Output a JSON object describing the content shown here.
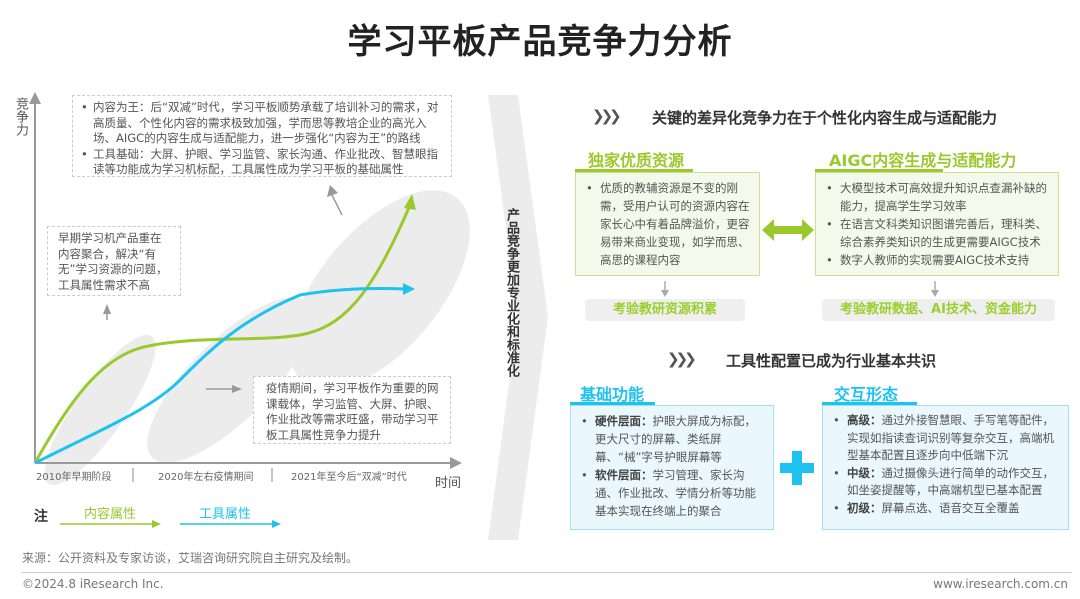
{
  "title": "学习平板产品竞争力分析",
  "chart": {
    "ylabel": "竞争力",
    "xlabel": "时间",
    "periods": [
      "2010年早期阶段",
      "2020年左右疫情期间",
      "2021年至今后“双减”时代"
    ],
    "note1": [
      "内容为王：后“双减”时代，学习平板顺势承载了培训补习的需求，对高质量、个性化内容的需求极致加强，学而思等教培企业的高光入场、AIGC的内容生成与适配能力，进一步强化“内容为王”的路线",
      "工具基础：大屏、护眼、学习监管、家长沟通、作业批改、智慧眼指读等功能成为学习机标配，工具属性成为学习平板的基础属性"
    ],
    "note2": "早期学习机产品重在内容聚合，解决“有无”学习资源的问题，工具属性需求不高",
    "note3": "疫情期间，学习平板作为重要的网课载体，学习监管、大屏、护眼、作业批改等需求旺盛，带动学习平板工具属性竞争力提升",
    "legend_title": "注",
    "legend": [
      {
        "label": "内容属性",
        "color": "#9ac92d"
      },
      {
        "label": "工具属性",
        "color": "#1ec2ee"
      }
    ]
  },
  "middle": "产品竞争更加专业化和标准化",
  "section1": {
    "header": "关键的差异化竞争力在于个性化内容生成与适配能力",
    "left": {
      "title": "独家优质资源",
      "items": [
        "优质的教辅资源是不变的刚需，受用户认可的资源内容在家长心中有着品牌溢价，更容易带来商业变现，如学而思、高思的课程内容"
      ],
      "footer": "考验教研资源积累"
    },
    "right": {
      "title": "AIGC内容生成与适配能力",
      "items": [
        "大模型技术可高效提升知识点查漏补缺的能力，提高学生学习效率",
        "在语言文科类知识图谱完善后，理科类、综合素养类知识的生成更需要AIGC技术",
        "数字人教师的实现需要AIGC技术支持"
      ],
      "footer": "考验教研数据、AI技术、资金能力"
    }
  },
  "section2": {
    "header": "工具性配置已成为行业基本共识",
    "left": {
      "title": "基础功能",
      "items": [
        {
          "b": "硬件层面：",
          "t": "护眼大屏成为标配，更大尺寸的屏幕、类纸屏幕、“械”字号护眼屏幕等"
        },
        {
          "b": "软件层面：",
          "t": "学习管理、家长沟通、作业批改、学情分析等功能基本实现在终端上的聚合"
        }
      ]
    },
    "right": {
      "title": "交互形态",
      "items": [
        {
          "b": "高级：",
          "t": "通过外接智慧眼、手写笔等配件，实现如指读查词识别等复杂交互，高端机型基本配置且逐步向中低端下沉"
        },
        {
          "b": "中级：",
          "t": "通过摄像头进行简单的动作交互，如坐姿提醒等，中高端机型已基本配置"
        },
        {
          "b": "初级：",
          "t": "屏幕点选、语音交互全覆盖"
        }
      ]
    }
  },
  "source": "来源：公开资料及专家访谈，艾瑞咨询研究院自主研究及绘制。",
  "copyright": "©2024.8 iResearch Inc.",
  "website": "www.iresearch.com.cn",
  "colors": {
    "green": "#9ac92d",
    "blue": "#1ec2ee"
  }
}
